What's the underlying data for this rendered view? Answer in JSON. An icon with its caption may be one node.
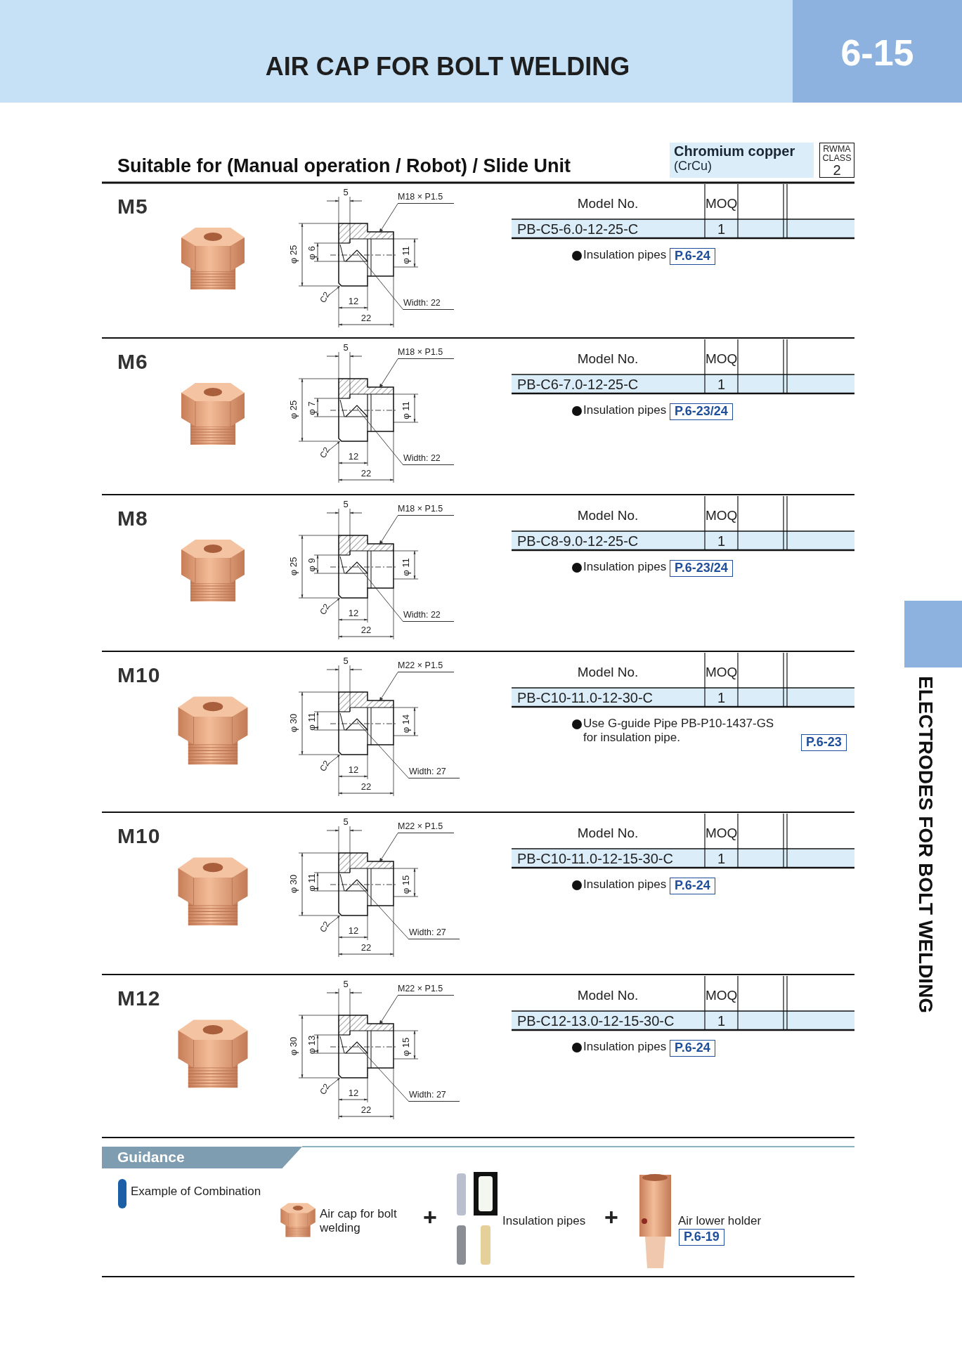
{
  "diagram": {
    "title": "AIR CAP FOR BOLT WELDING",
    "nodes": [
      {
        "text": [
          "6-15"
        ]
      },
      {
        "text": [
          "Chromium copper",
          "(CrCu)"
        ]
      },
      {
        "text": [
          "RWMA CLASS",
          "2"
        ]
      },
      {
        "text": [
          "M18 × P1.5"
        ]
      },
      {
        "text": [
          "Width: 22"
        ]
      },
      {
        "text": [
          "P.6-24"
        ]
      },
      {
        "text": [
          "M18 × P1.5"
        ]
      },
      {
        "text": [
          "Width: 22"
        ]
      },
      {
        "text": [
          "P.6-23/24"
        ]
      },
      {
        "text": [
          "M18 × P1.5"
        ]
      },
      {
        "text": [
          "Width: 22"
        ]
      },
      {
        "text": [
          "P.6-23/24"
        ]
      },
      {
        "text": [
          "M22 × P1.5"
        ]
      },
      {
        "text": [
          "Width: 27"
        ]
      },
      {
        "text": [
          "P.6-23"
        ]
      },
      {
        "text": [
          "M22 × P1.5"
        ]
      },
      {
        "text": [
          "Width: 27"
        ]
      },
      {
        "text": [
          "P.6-24"
        ]
      },
      {
        "text": [
          "M22 × P1.5"
        ]
      },
      {
        "text": [
          "Width: 27"
        ]
      },
      {
        "text": [
          "P.6-24"
        ]
      },
      {
        "text": [
          "Guidance"
        ]
      },
      {
        "text": [
          "P.6-19"
        ]
      },
      {
        "text": [],
        "shape": "box"
      }
    ],
    "edges": [
      {
        "from": 3,
        "to": null,
        "arrow": "to"
      },
      {
        "from": 4,
        "to": null,
        "arrow": "none"
      },
      {
        "from": 6,
        "to": null,
        "arrow": "to"
      },
      {
        "from": 7,
        "to": null,
        "arrow": "none"
      },
      {
        "from": 9,
        "to": null,
        "arrow": "to"
      },
      {
        "from": 10,
        "to": null,
        "arrow": "none"
      },
      {
        "from": 12,
        "to": null,
        "arrow": "to"
      },
      {
        "from": 13,
        "to": null,
        "arrow": "none"
      },
      {
        "from": 15,
        "to": null,
        "arrow": "to"
      },
      {
        "from": 16,
        "to": null,
        "arrow": "none"
      },
      {
        "from": 18,
        "to": null,
        "arrow": "to"
      },
      {
        "from": 19,
        "to": null,
        "arrow": "none"
      }
    ],
    "labels": [
      "Suitable for (Manual operation / Robot) / Slide Unit",
      "M5",
      "5",
      "φ 25",
      "φ 6",
      "φ 11",
      "C2",
      "12",
      "22",
      "Model No.",
      "MOQ",
      "PB-C5-6.0-12-25-C",
      "1",
      "Insulation pipes",
      "M6",
      "5",
      "φ 25",
      "φ 7",
      "φ 11",
      "C2",
      "12",
      "22",
      "Model No.",
      "MOQ",
      "PB-C6-7.0-12-25-C",
      "1",
      "Insulation pipes",
      "M8",
      "5",
      "φ 25",
      "φ 9",
      "φ 11",
      "C2",
      "12",
      "22",
      "Model No.",
      "MOQ",
      "PB-C8-9.0-12-25-C",
      "1",
      "Insulation pipes",
      "M10",
      "5",
      "φ 30",
      "φ 11",
      "φ 14",
      "C2",
      "12",
      "22",
      "Model No.",
      "MOQ",
      "PB-C10-11.0-12-30-C",
      "1",
      "Use G-guide Pipe PB-P10-1437-GS for insulation pipe.",
      "M10",
      "5",
      "φ 30",
      "φ 11",
      "φ 15",
      "C2",
      "12",
      "22",
      "Model No.",
      "MOQ",
      "PB-C10-11.0-12-15-30-C",
      "1",
      "Insulation pipes",
      "M12",
      "5",
      "φ 30",
      "φ 13",
      "φ 15",
      "C2",
      "12",
      "22",
      "Model No.",
      "MOQ",
      "PB-C12-13.0-12-15-30-C",
      "1",
      "Insulation pipes",
      "ELECTRODES FOR BOLT WELDING",
      "Example of Combination",
      "Air cap for bolt welding",
      "+",
      "Insulation pipes",
      "+",
      "Air lower holder"
    ]
  }
}
